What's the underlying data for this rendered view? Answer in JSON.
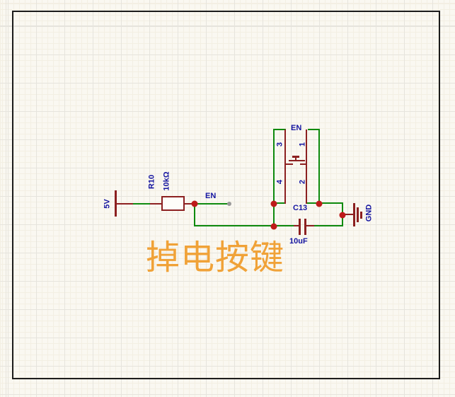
{
  "canvas": {
    "colors": {
      "bg": "#FAF8F1",
      "grid_major": "#E6E4DD",
      "grid_minor": "#F3EFE3",
      "frame": "#1C1C1C",
      "wire": "#0E8A0E",
      "graphic": "#8C2020",
      "junction": "#BE1A1A",
      "endpoint": "#9A9A9A",
      "text": "#1414A0",
      "fill": "#FEFDF9",
      "caption": "#F0A238"
    }
  },
  "power": {
    "label": "5V"
  },
  "resistor": {
    "designator": "R10",
    "value": "10kΩ"
  },
  "net_en": {
    "label": "EN"
  },
  "button": {
    "net_label": "EN",
    "pins": {
      "top_left": "3",
      "bottom_left": "4",
      "top_right": "1",
      "bottom_right": "2"
    }
  },
  "capacitor": {
    "designator": "C13",
    "value": "10uF"
  },
  "ground": {
    "label": "GND"
  },
  "caption": {
    "text": "掉电按键"
  }
}
